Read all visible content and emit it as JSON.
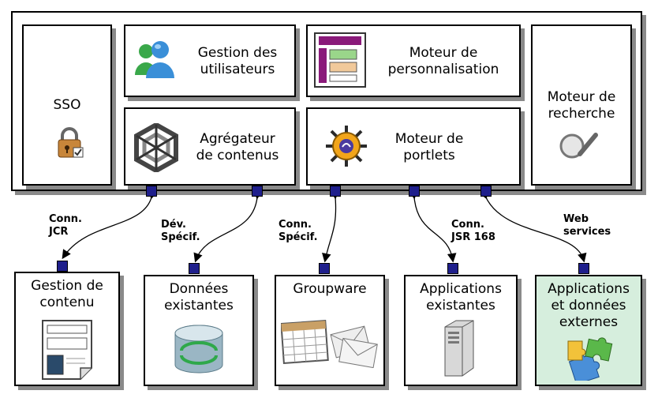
{
  "platform": {
    "sso": {
      "label": "SSO",
      "icon": "padlock-icon"
    },
    "user_management": {
      "line1": "Gestion des",
      "line2": "utilisateurs",
      "icon": "users-icon"
    },
    "personalization_engine": {
      "line1": "Moteur de",
      "line2": "personnalisation",
      "icon": "layout-icon"
    },
    "search_engine": {
      "line1": "Moteur de",
      "line2": "recherche",
      "icon": "magnifier-icon"
    },
    "content_aggregator": {
      "line1": "Agrégateur",
      "line2": "de contenus",
      "icon": "aggregator-icon"
    },
    "portlet_engine": {
      "line1": "Moteur de",
      "line2": "portlets",
      "icon": "portlet-globe-icon"
    }
  },
  "connectors": [
    {
      "line1": "Conn.",
      "line2": "JCR"
    },
    {
      "line1": "Dév.",
      "line2": "Spécif."
    },
    {
      "line1": "Conn.",
      "line2": "Spécif."
    },
    {
      "line1": "Conn.",
      "line2": "JSR 168"
    },
    {
      "line1": "Web",
      "line2": "services"
    }
  ],
  "sources": [
    {
      "line1": "Gestion de",
      "line2": "contenu",
      "line3": "",
      "icon": "document-icon"
    },
    {
      "line1": "Données",
      "line2": "existantes",
      "line3": "",
      "icon": "database-icon"
    },
    {
      "line1": "Groupware",
      "line2": "",
      "line3": "",
      "icon": "calendar-mail-icon"
    },
    {
      "line1": "Applications",
      "line2": "existantes",
      "line3": "",
      "icon": "server-icon"
    },
    {
      "line1": "Applications",
      "line2": "et données",
      "line3": "externes",
      "icon": "puzzle-icon"
    }
  ],
  "colors": {
    "port": "#1f1f8c",
    "external_fill": "#d6eedd",
    "shadow": "#8a8a8a"
  }
}
